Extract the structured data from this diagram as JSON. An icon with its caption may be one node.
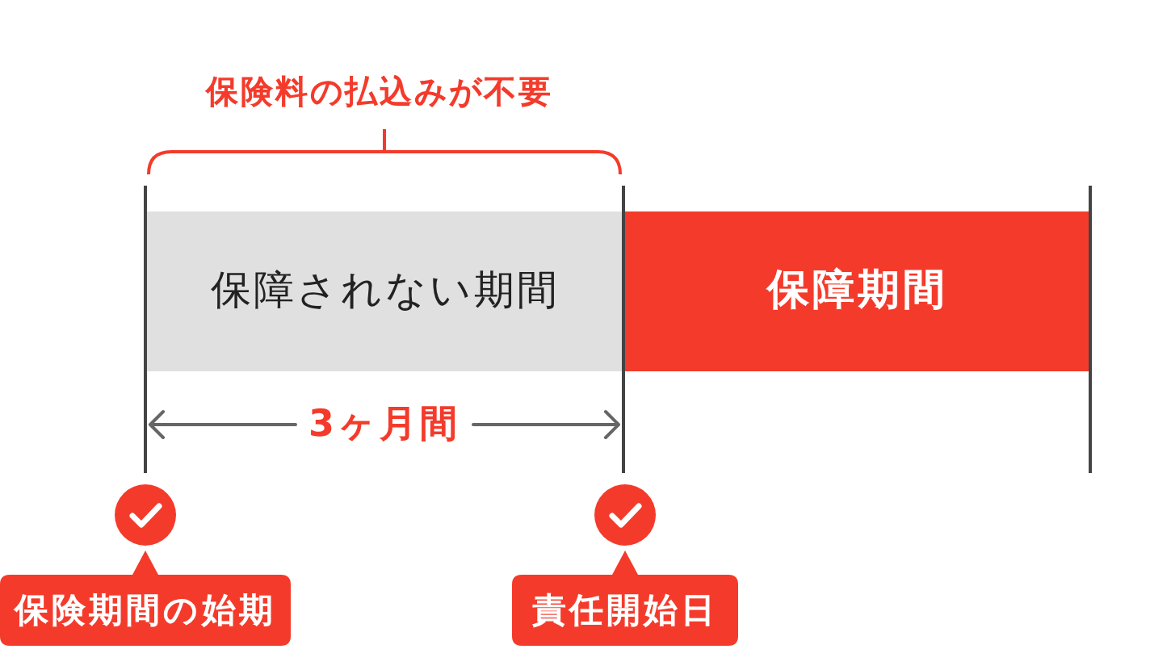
{
  "diagram": {
    "nodes": [
      {
        "text": [
          "保障されない期間"
        ]
      },
      {
        "text": [
          "保障期間"
        ]
      },
      {
        "text": [
          "保険期間の始期"
        ]
      },
      {
        "text": [
          "責任開始日"
        ]
      }
    ],
    "labels": [
      "保険料の払込みが不要",
      "3ヶ月間"
    ]
  }
}
